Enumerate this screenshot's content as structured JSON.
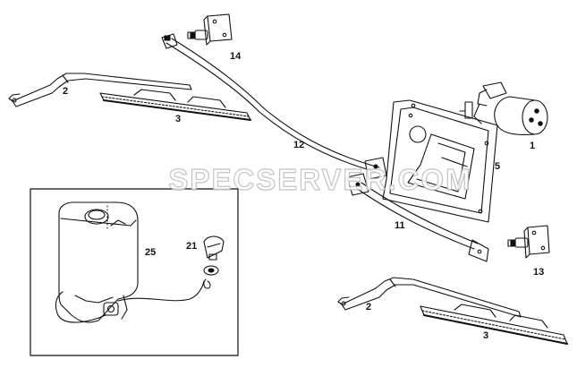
{
  "watermark": "SPECSERVER.COM",
  "callouts": {
    "n1": "1",
    "n2_top": "2",
    "n2_bottom": "2",
    "n3_top": "3",
    "n3_bottom": "3",
    "n5": "5",
    "n11": "11",
    "n12": "12",
    "n13": "13",
    "n14": "14",
    "n21": "21",
    "n25": "25"
  },
  "icons": {
    "motor": "wiper-motor-icon",
    "mount": "motor-mounting-plate-icon",
    "arm": "wiper-arm-icon",
    "blade": "wiper-blade-icon",
    "linkage": "linkage-rod-icon",
    "pivot": "wiper-pivot-icon",
    "reservoir": "washer-reservoir-icon",
    "nozzle": "washer-nozzle-icon"
  }
}
